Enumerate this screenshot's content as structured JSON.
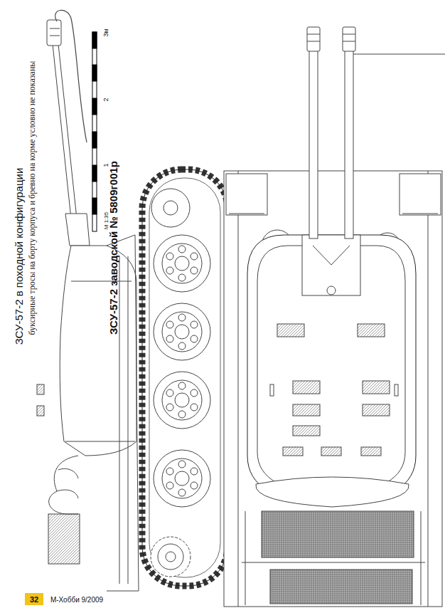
{
  "diagram": {
    "title": "ЗСУ-57-2 в походной конфигурации",
    "labels": [
      "буксирные тросы на борту корпуса и бревно на корме условно не показаны",
      "ЗСУ-57-2 заводской № 5809г001р",
      "3м",
      "2",
      "1",
      "М 1:35",
      "32",
      "М-Хобби 9/2009"
    ]
  }
}
